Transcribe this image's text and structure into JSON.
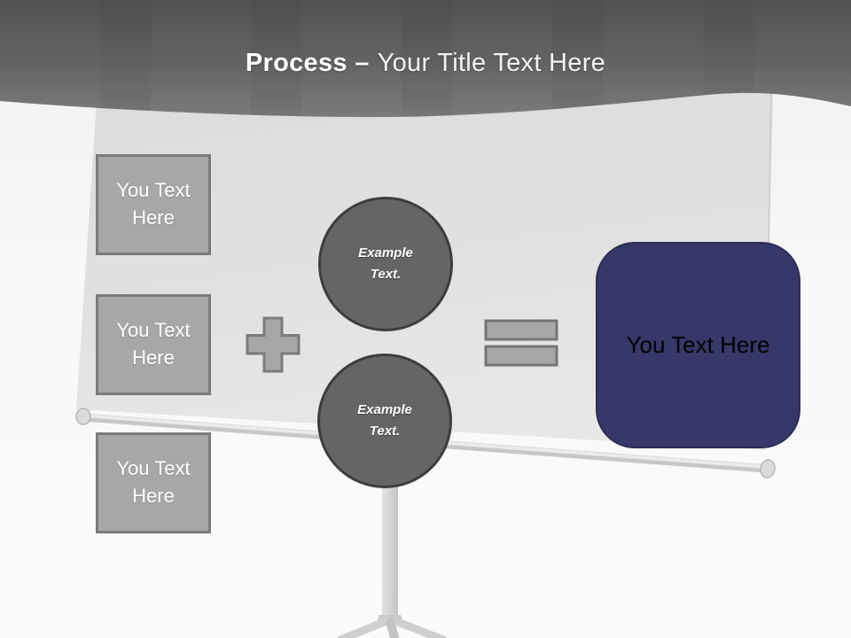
{
  "title": {
    "bold": "Process –",
    "regular": "Your Title Text Here"
  },
  "left_boxes": [
    {
      "label": "You Text Here"
    },
    {
      "label": "You Text Here"
    },
    {
      "label": "You Text Here"
    }
  ],
  "circles": [
    {
      "lines": [
        "Example",
        "Text."
      ]
    },
    {
      "lines": [
        "Example",
        "Text."
      ]
    }
  ],
  "operators": {
    "plus_icon": "plus-sign",
    "equals_icon": "equals-sign"
  },
  "result_box": {
    "label": "You Text Here"
  },
  "scene": {
    "background_object": "projector-screen-on-tripod"
  },
  "colors": {
    "header_gray_top": "#565656",
    "header_gray_bottom": "#7a7a7a",
    "screen_gray": "#dfdfdf",
    "shape_gray_fill": "#a7a7a7",
    "shape_gray_border": "#7b7b7b",
    "circle_fill": "#656565",
    "circle_border": "#3d3d3d",
    "accent_navy": "#373769",
    "title_text": "#ffffff",
    "result_text": "#000000"
  }
}
